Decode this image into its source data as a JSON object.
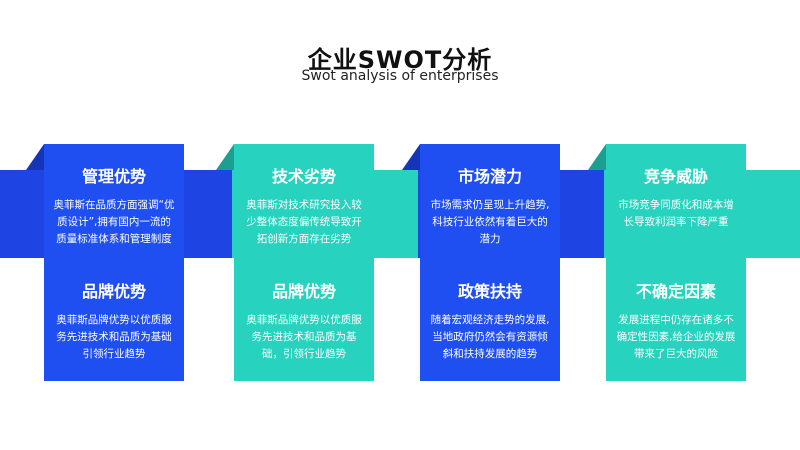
{
  "title": "企业SWOT分析",
  "subtitle": "Swot analysis of enterprises",
  "colors": {
    "blue": "#1f4ff0",
    "blue_band": "#1f44e4",
    "blue_dark": "#1435b8",
    "teal": "#27d3be",
    "teal_dark": "#1a9f90"
  },
  "cards": [
    {
      "color": "blue",
      "head1": "管理优势",
      "text1": "奥菲斯在品质方面强调“优质设计”,拥有国内一流的质量标准体系和管理制度",
      "head2": "品牌优势",
      "text2": "奥菲斯品牌优势以优质服务先进技术和品质为基础\n引领行业趋势"
    },
    {
      "color": "teal",
      "head1": "技术劣势",
      "text1": "奥菲斯对技术研究投入较少整体态度偏传统导致开拓创新方面存在劣势",
      "head2": "品牌优势",
      "text2": "奥菲斯品牌优势以优质服务先进技术和品质为基础，引领行业趋势"
    },
    {
      "color": "blue",
      "head1": "市场潜力",
      "text1": "市场需求仍呈现上升趋势,科技行业依然有着巨大的潜力",
      "head2": "政策扶持",
      "text2": "随着宏观经济走势的发展,当地政府仍然会有资源倾斜和扶持发展的趋势"
    },
    {
      "color": "teal",
      "head1": "竞争威胁",
      "text1": "市场竞争同质化和成本增长导致利润率下降严重",
      "head2": "不确定因素",
      "text2": "发展进程中仍存在诸多不确定性因素,给企业的发展带来了巨大的风险"
    }
  ]
}
